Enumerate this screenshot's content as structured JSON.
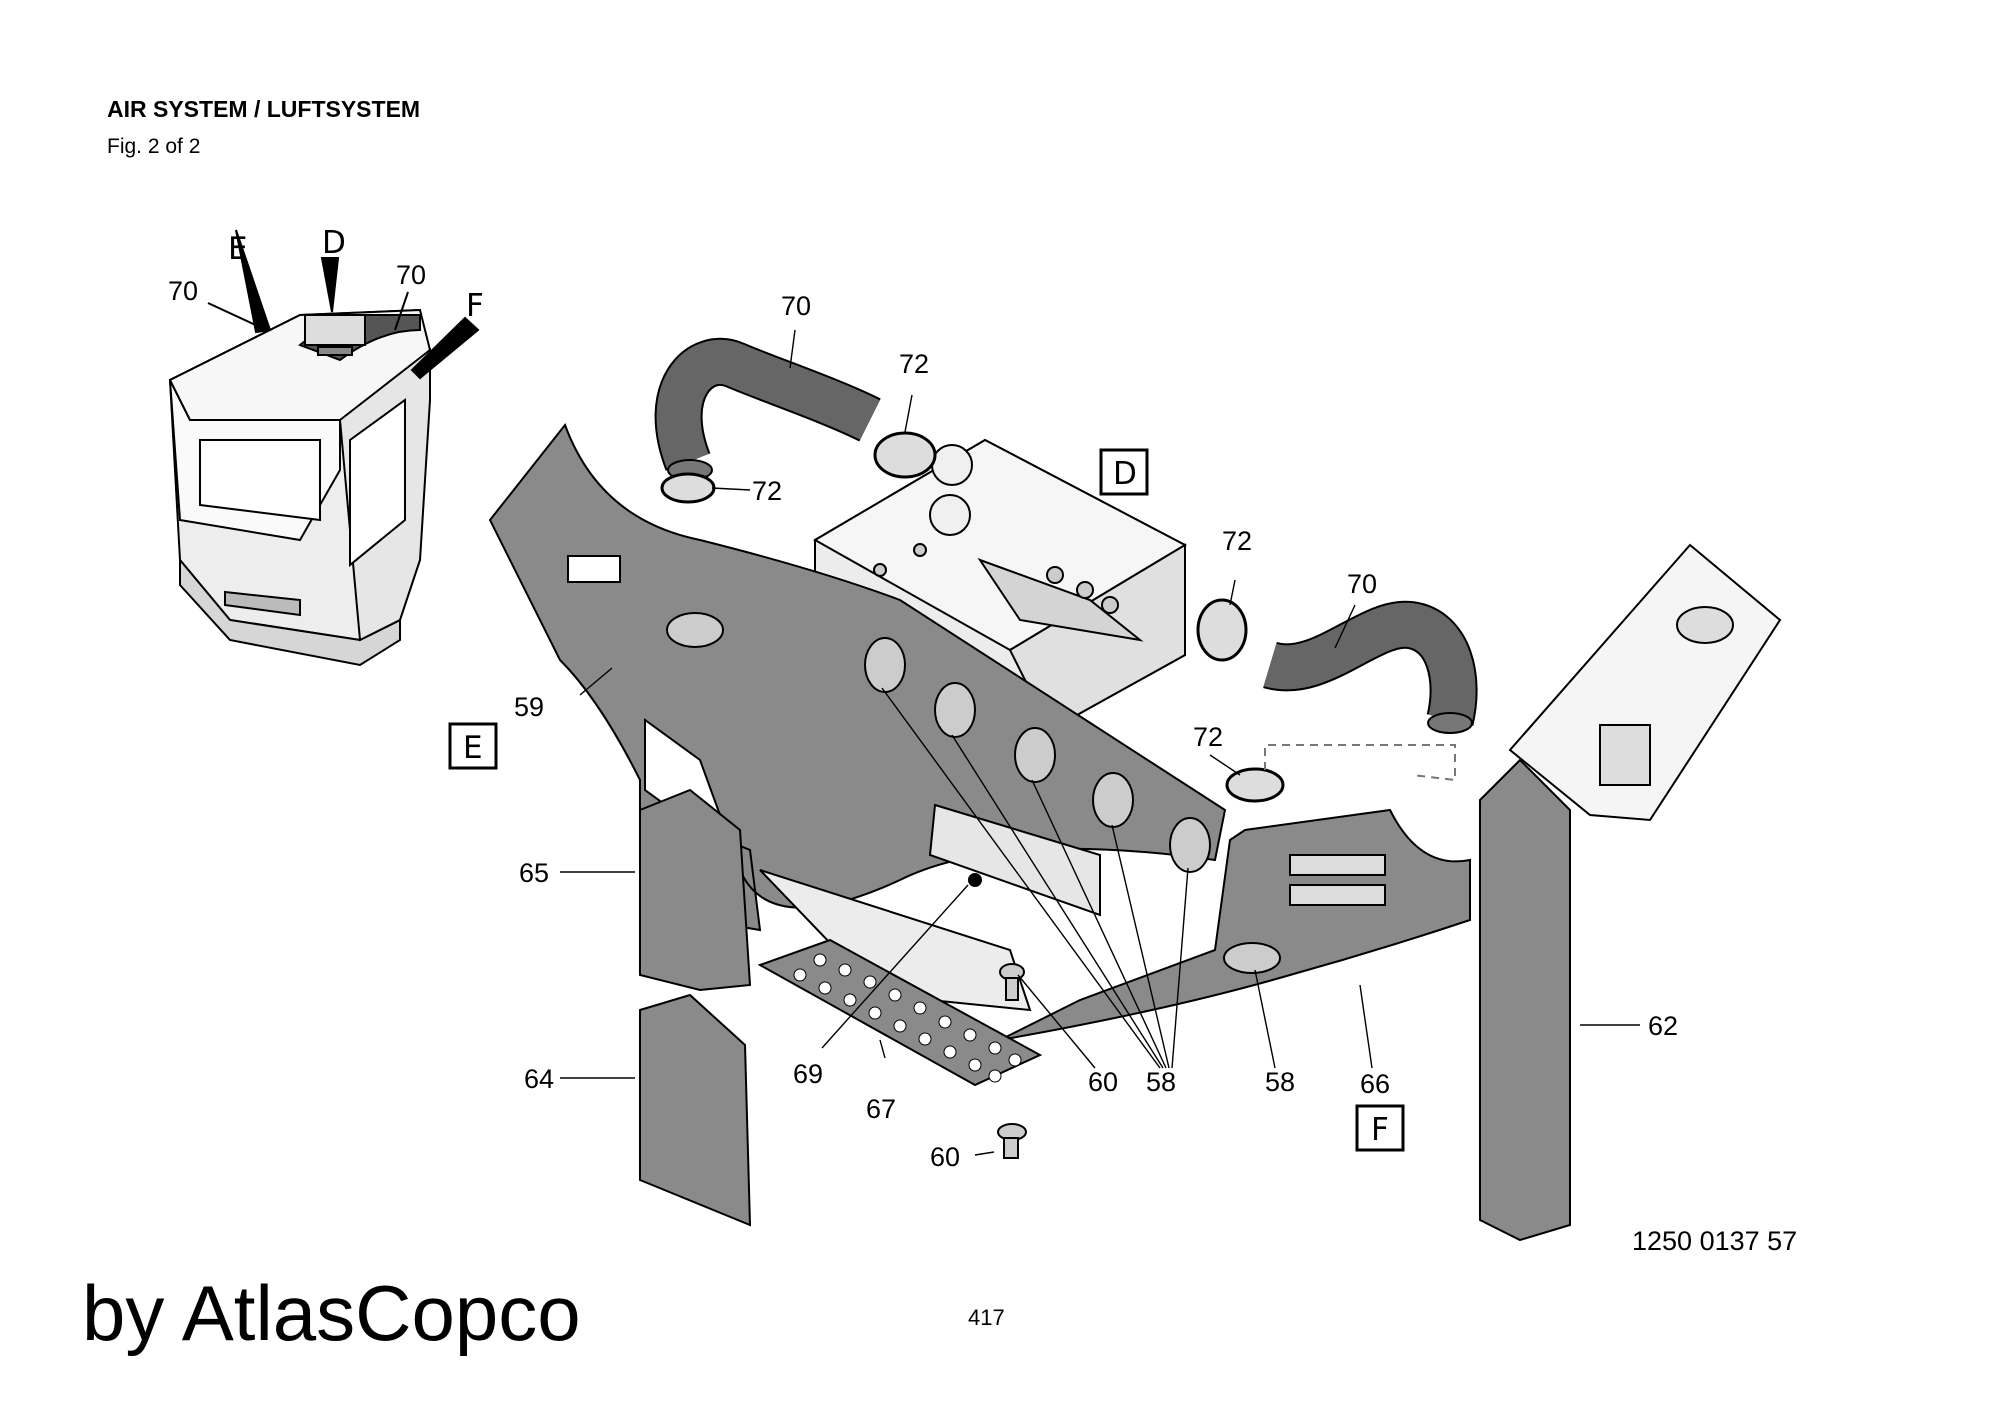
{
  "header": {
    "title": "AIR SYSTEM / LUFTSYSTEM",
    "subtitle": "Fig. 2 of 2"
  },
  "footer": {
    "drawing_number": "1250 0137 57",
    "page_number": "417",
    "brand": "by AtlasCopco"
  },
  "overview": {
    "labels": [
      "E",
      "D",
      "F",
      "70",
      "70"
    ]
  },
  "callouts": {
    "hose_upper": "70",
    "clamp_upper": "72",
    "clamp_left": "72",
    "clamp_right": "72",
    "hose_right": "70",
    "clamp_lower": "72",
    "panel_left": "59",
    "strip_65": "65",
    "strip_64": "64",
    "sensor": "69",
    "grille": "67",
    "screw_mid": "60",
    "screw_low": "60",
    "vents_group": "58",
    "vent_single": "58",
    "panel_right": "66",
    "strip_62": "62"
  },
  "detail_boxes": {
    "D": "D",
    "E": "E",
    "F": "F"
  }
}
